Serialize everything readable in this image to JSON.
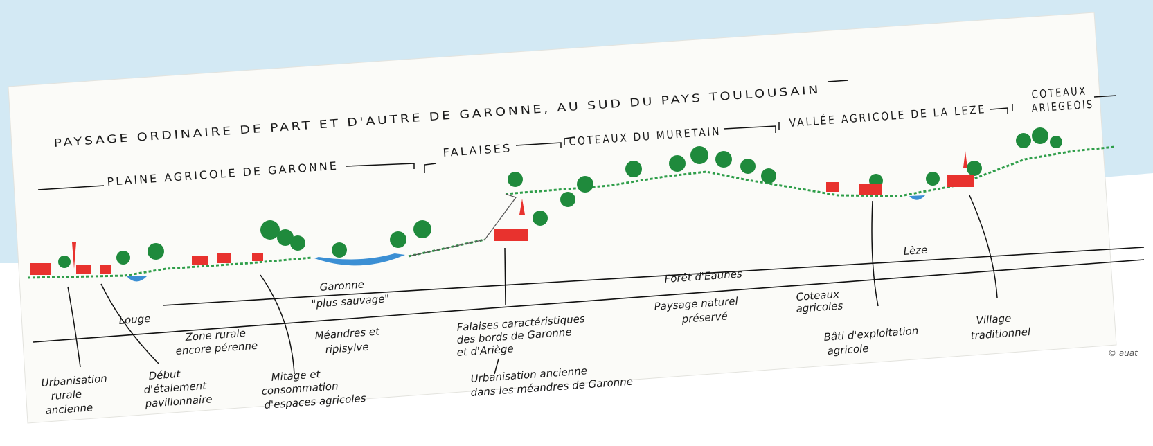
{
  "title": "PAYSAGE ORDINAIRE DE PART ET D'AUTRE DE GARONNE, AU SUD DU PAYS TOULOUSAIN",
  "sections": {
    "plaine": "PLAINE AGRICOLE DE GARONNE",
    "falaises": "FALAISES",
    "coteaux_muretain": "COTEAUX DU MURETAIN",
    "vallee_leze": "VALLÉE AGRICOLE DE LA LEZE",
    "coteaux_arieg_1": "COTEAUX",
    "coteaux_arieg_2": "ARIEGEOIS"
  },
  "places": {
    "garonne_1": "Garonne",
    "garonne_2": "\"plus sauvage\"",
    "foret": "Forêt d'Eaunes",
    "leze": "Lèze"
  },
  "notes": {
    "louge": "Louge",
    "zone_rurale_1": "Zone rurale",
    "zone_rurale_2": "encore pérenne",
    "meandres_1": "Méandres et",
    "meandres_2": "ripisylve",
    "falaises_1": "Falaises caractéristiques",
    "falaises_2": "des bords de Garonne",
    "falaises_3": "et d'Ariège",
    "paysage_1": "Paysage naturel",
    "paysage_2": "préservé",
    "coteaux_agri_1": "Coteaux",
    "coteaux_agri_2": "agricoles",
    "bati_1": "Bâti d'exploitation",
    "bati_2": "agricole",
    "village_1": "Village",
    "village_2": "traditionnel",
    "urbanisation_rurale_1": "Urbanisation",
    "urbanisation_rurale_2": "rurale",
    "urbanisation_rurale_3": "ancienne",
    "debut_1": "Début",
    "debut_2": "d'étalement",
    "debut_3": "pavillonnaire",
    "mitage_1": "Mitage et",
    "mitage_2": "consommation",
    "mitage_3": "d'espaces agricoles",
    "urbanisation_meandres_1": "Urbanisation ancienne",
    "urbanisation_meandres_2": "dans les méandres de Garonne"
  },
  "credit": "© auat",
  "colors": {
    "background_band": "#d3e9f4",
    "paper": "#fbfbf8",
    "ink": "#1a1a1a",
    "tree": "#1f8a3c",
    "ground": "#2f9e4a",
    "water": "#3b8fd4",
    "building": "#e8322e"
  }
}
